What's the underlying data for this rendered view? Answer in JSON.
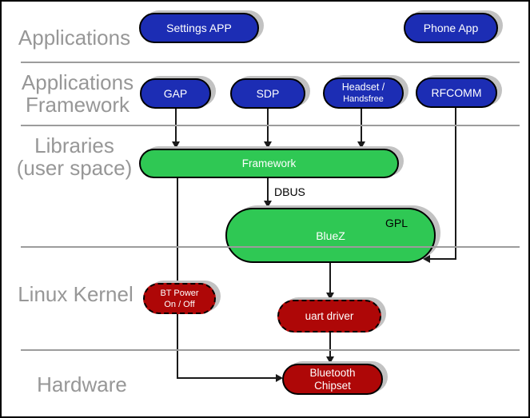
{
  "colors": {
    "app_blue": "#1C2DB4",
    "lib_green": "#2FC854",
    "kernel_red": "#AE0707",
    "shadow_gray": "#C2C2C2",
    "divider_gray": "#9C9C9C",
    "label_gray": "#979797",
    "line_black": "#1A1A1A"
  },
  "rows": {
    "applications": {
      "lines": [
        "Applications"
      ]
    },
    "app_framework": {
      "lines": [
        "Applications",
        "Framework"
      ]
    },
    "libraries": {
      "lines": [
        "Libraries",
        "(user space)"
      ]
    },
    "linux_kernel": {
      "lines": [
        "Linux Kernel"
      ]
    },
    "hardware": {
      "lines": [
        "Hardware"
      ]
    }
  },
  "nodes": {
    "settings_app": {
      "label": "Settings APP"
    },
    "phone_app": {
      "label": "Phone App"
    },
    "gap": {
      "label": "GAP"
    },
    "sdp": {
      "label": "SDP"
    },
    "headset": {
      "lines": [
        "Headset /",
        "Handsfree"
      ]
    },
    "rfcomm": {
      "label": "RFCOMM"
    },
    "framework": {
      "label": "Framework"
    },
    "bluez": {
      "label": "BlueZ",
      "license_tag": "GPL"
    },
    "bt_power": {
      "lines": [
        "BT Power",
        "On / Off"
      ]
    },
    "uart_driver": {
      "label": "uart driver"
    },
    "bluetooth_chipset": {
      "lines": [
        "Bluetooth",
        "Chipset"
      ]
    }
  },
  "labels": {
    "dbus": "DBUS"
  }
}
